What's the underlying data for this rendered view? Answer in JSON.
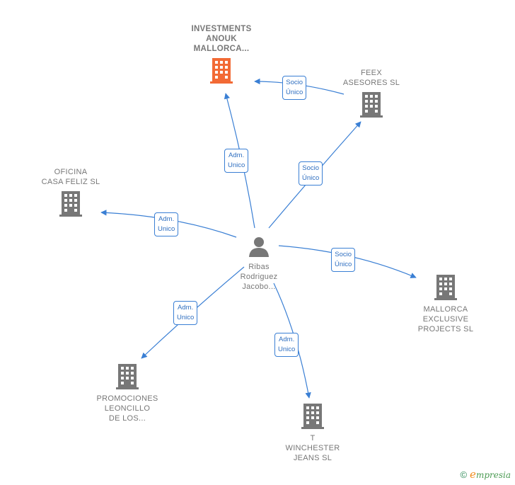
{
  "nodes": {
    "investments": {
      "label": "INVESTMENTS\nANOUK\nMALLORCA...",
      "color": "#f26a35"
    },
    "feex": {
      "label": "FEEX\nASESORES  SL",
      "color": "#777777"
    },
    "oficina": {
      "label": "OFICINA\nCASA FELIZ  SL",
      "color": "#777777"
    },
    "person": {
      "label": "Ribas\nRodriguez\nJacobo...",
      "color": "#777777"
    },
    "mallorca": {
      "label": "MALLORCA\nEXCLUSIVE\nPROJECTS  SL",
      "color": "#777777"
    },
    "promociones": {
      "label": "PROMOCIONES\nLEONCILLO\nDE LOS...",
      "color": "#777777"
    },
    "winchester": {
      "label": "T\nWINCHESTER\nJEANS  SL",
      "color": "#777777"
    }
  },
  "edges": {
    "feex_investments": "Socio\nÚnico",
    "person_investments": "Adm.\nUnico",
    "person_feex": "Socio\nÚnico",
    "person_oficina": "Adm.\nUnico",
    "person_mallorca": "Socio\nÚnico",
    "person_promociones": "Adm.\nUnico",
    "person_winchester": "Adm.\nUnico"
  },
  "footer": {
    "copyright": "©",
    "brand_first": "e",
    "brand_rest": "mpresia"
  },
  "colors": {
    "edge": "#3a7fd4",
    "highlight": "#f26a35",
    "building": "#777777"
  }
}
